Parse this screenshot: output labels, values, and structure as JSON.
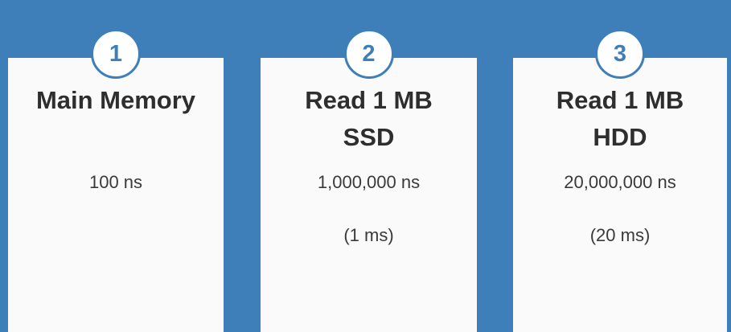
{
  "colors": {
    "background": "#3f7fb9",
    "card": "#fafafa",
    "badge_border": "#3f7fb9",
    "badge_text": "#3f7fb9",
    "title_text": "#2e2e2e"
  },
  "cards": [
    {
      "number": "1",
      "title_line1": "Main Memory",
      "title_line2": "",
      "value": "100 ns",
      "subvalue": ""
    },
    {
      "number": "2",
      "title_line1": "Read 1 MB",
      "title_line2": "SSD",
      "value": "1,000,000 ns",
      "subvalue": "(1 ms)"
    },
    {
      "number": "3",
      "title_line1": "Read 1 MB",
      "title_line2": "HDD",
      "value": "20,000,000 ns",
      "subvalue": "(20 ms)"
    }
  ]
}
